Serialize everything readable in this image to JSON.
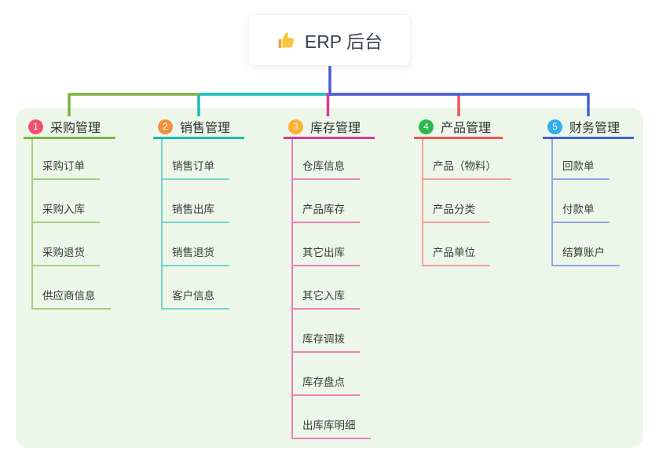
{
  "root": {
    "label": "ERP 后台",
    "icon": "thumbs-up",
    "icon_color": "#f8c63c",
    "icon_shade_color": "#eda33c",
    "trunk_color": "#4f5cd5"
  },
  "theme": {
    "page_bg": "#ffffff",
    "panel_bg": "#edf7e9",
    "card_bg": "#ffffff",
    "root_text_color": "#3c4150",
    "branch_text_color": "#2f2f2f",
    "child_text_color": "#3a3a3a"
  },
  "branches": [
    {
      "badge": "1",
      "badge_color": "#f4506b",
      "color": "#7cb43e",
      "light_color": "#a6cf7b",
      "label": "采购管理",
      "children": [
        "采购订单",
        "采购入库",
        "采购退货",
        "供应商信息"
      ]
    },
    {
      "badge": "2",
      "badge_color": "#f78f3f",
      "color": "#18bcb4",
      "light_color": "#74d4cd",
      "label": "销售管理",
      "children": [
        "销售订单",
        "销售出库",
        "销售退货",
        "客户信息"
      ]
    },
    {
      "badge": "3",
      "badge_color": "#ffaf2f",
      "color": "#d8399c",
      "light_color": "#ee7fba",
      "label": "库存管理",
      "children": [
        "仓库信息",
        "产品库存",
        "其它出库",
        "其它入库",
        "库存调拨",
        "库存盘点",
        "出库库明细"
      ]
    },
    {
      "badge": "4",
      "badge_color": "#2bb84d",
      "color": "#f25350",
      "light_color": "#f79f9a",
      "label": "产品管理",
      "children": [
        "产品（物料）",
        "产品分类",
        "产品单位"
      ]
    },
    {
      "badge": "5",
      "badge_color": "#2faff0",
      "color": "#4263d7",
      "light_color": "#8fa4e6",
      "label": "财务管理",
      "children": [
        "回款单",
        "付款单",
        "结算账户"
      ]
    }
  ]
}
